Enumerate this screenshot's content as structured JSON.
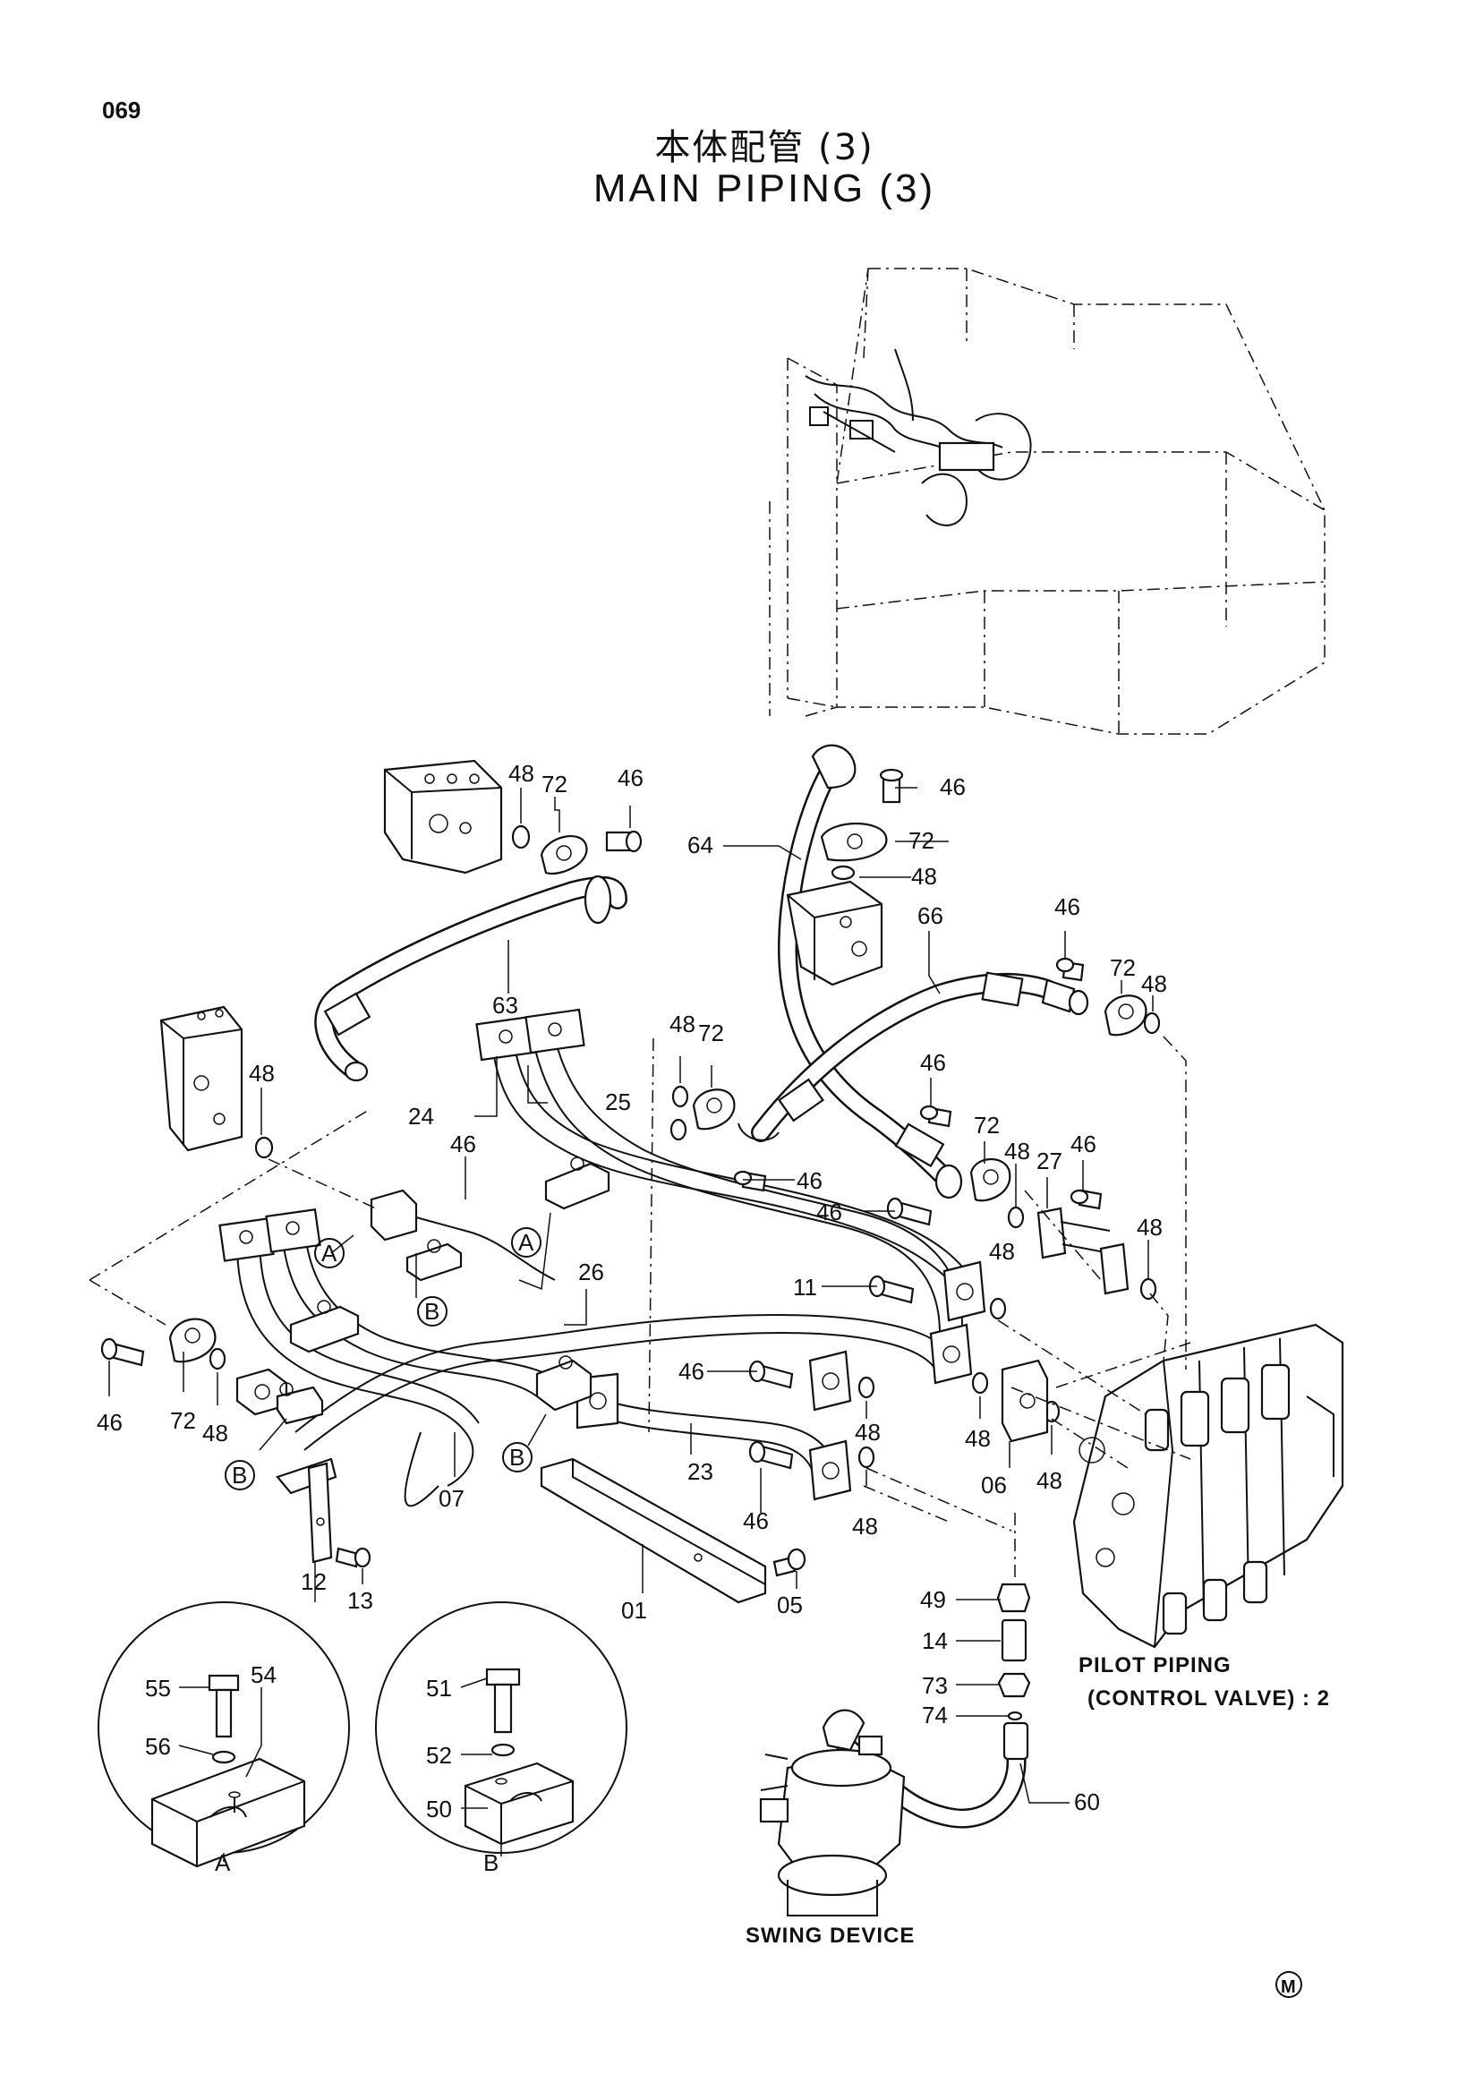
{
  "page": {
    "number": "069",
    "mark": "M"
  },
  "title": {
    "japanese": "本体配管 (3)",
    "english": "MAIN PIPING (3)"
  },
  "callouts": {
    "n48a": "48",
    "n72a": "72",
    "n46a": "46",
    "n63": "63",
    "n48b": "48",
    "n46b": "46",
    "n24": "24",
    "n25": "25",
    "n48c": "48",
    "n72c": "72",
    "n64": "64",
    "n46c": "46",
    "n72d": "72",
    "n48d": "48",
    "n66": "66",
    "n46e": "46",
    "n72e": "72",
    "n48e": "48",
    "n46f": "46",
    "n72f": "72",
    "n46g": "46",
    "n46h": "46",
    "n48f": "48",
    "n27": "27",
    "n46i": "46",
    "n48g": "48",
    "n48h": "48",
    "n26": "26",
    "n11": "11",
    "n46j": "46",
    "n72j": "72",
    "n48j": "48",
    "n46k": "46",
    "n48k": "48",
    "n48l": "48",
    "n06": "06",
    "n48m": "48",
    "n07": "07",
    "n23": "23",
    "n46l": "46",
    "n48n": "48",
    "n12": "12",
    "n13": "13",
    "n01": "01",
    "n05": "05",
    "n49": "49",
    "n14": "14",
    "n73": "73",
    "n74": "74",
    "n60": "60",
    "n55": "55",
    "n54": "54",
    "n56": "56",
    "n51": "51",
    "n52": "52",
    "n50": "50"
  },
  "markers": {
    "a1": "A",
    "a2": "A",
    "a3": "A",
    "b1": "B",
    "b2": "B",
    "b3": "B",
    "b4": "B"
  },
  "notes": {
    "pilot_piping": "PILOT PIPING",
    "control_valve": "(CONTROL VALVE) : 2",
    "swing_device": "SWING DEVICE"
  }
}
